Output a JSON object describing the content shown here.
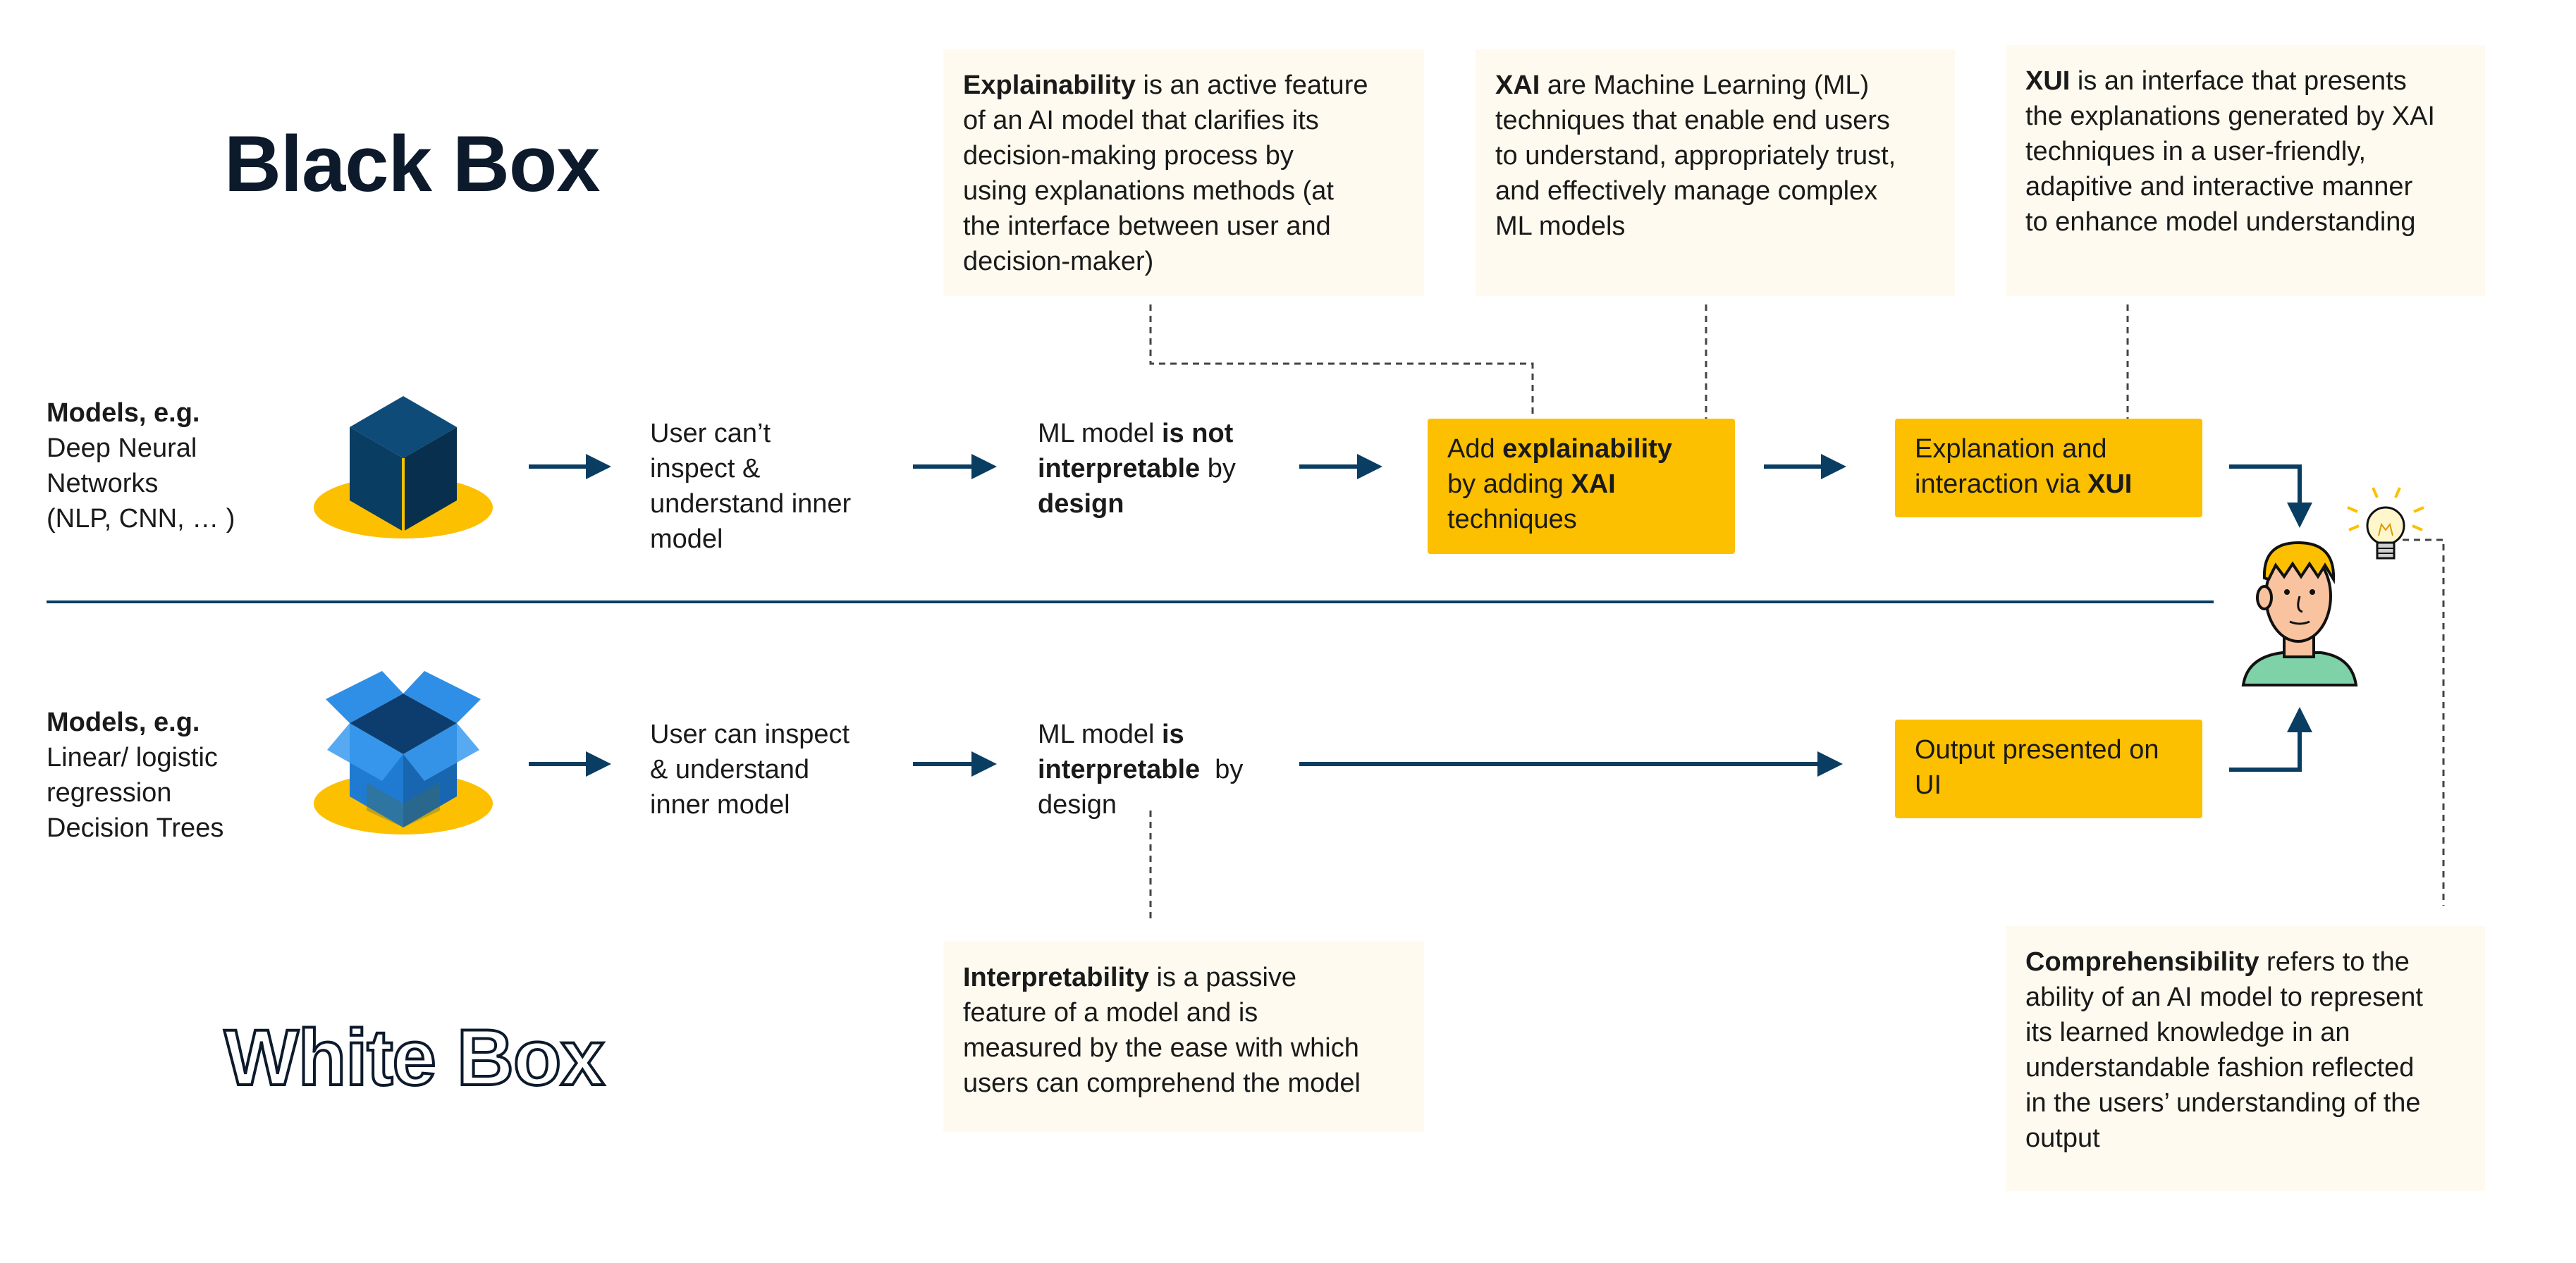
{
  "titles": {
    "black_box": "Black Box",
    "white_box": "White Box"
  },
  "black_row": {
    "models_label": "Models, e.g.",
    "models_lines": [
      "Deep Neural",
      "Networks",
      "(NLP, CNN, … )"
    ],
    "step1": [
      "User can’t",
      "inspect &",
      "understand inner",
      "model"
    ],
    "step2": {
      "pre": "ML model ",
      "b1": "is not",
      "b2": "interpretable",
      "mid": " by",
      "b3": "design"
    },
    "step3": {
      "pre": "Add ",
      "b1": "explainability",
      "line2_pre": "by adding ",
      "b2": "XAI",
      "line3": "techniques"
    },
    "step4": {
      "line1": "Explanation and",
      "line2_pre": "interaction via ",
      "b1": "XUI"
    }
  },
  "white_row": {
    "models_label": "Models, e.g.",
    "models_lines": [
      "Linear/ logistic",
      "regression",
      "Decision Trees"
    ],
    "step1": [
      "User can inspect",
      "& understand",
      "inner model"
    ],
    "step2": {
      "pre": "ML model ",
      "b1": "is",
      "b2": "interpretable",
      "mid": "  by",
      "line3": "design"
    },
    "step3": [
      "Output presented on",
      "UI"
    ]
  },
  "notes": {
    "explainability": {
      "term": "Explainability",
      "lines": [
        " is an active feature",
        "of an AI model that clarifies its",
        "decision-making process by",
        "using explanations methods (at",
        "the interface between user and",
        "decision-maker)"
      ]
    },
    "xai": {
      "term": "XAI",
      "lines": [
        " are Machine Learning (ML)",
        "techniques that enable end users",
        "to understand, appropriately trust,",
        "and effectively manage complex",
        "ML models"
      ]
    },
    "xui": {
      "term": "XUI",
      "lines": [
        " is an interface that presents",
        "the explanations generated by XAI",
        "techniques in a user-friendly,",
        "adapitive and interactive manner",
        "to enhance model understanding"
      ]
    },
    "interpretability": {
      "term": "Interpretability",
      "lines": [
        " is a passive",
        "feature of a model and is",
        "measured by the ease with which",
        "users can comprehend the model"
      ]
    },
    "comprehensibility": {
      "term": "Comprehensibility",
      "lines": [
        " refers to the",
        "ability of an AI model to represent",
        "its learned knowledge in an",
        "understandable fashion reflected",
        "in the users’ understanding of the",
        "output"
      ]
    }
  },
  "colors": {
    "navy": "#0a3d62",
    "yellow": "#fcc000",
    "note_bg": "#fefaef",
    "blue_box": "#1f7bd1"
  },
  "icons": [
    "black-cube-icon",
    "open-blue-box-icon",
    "user-face-icon",
    "lightbulb-icon",
    "arrow-right-icon"
  ]
}
